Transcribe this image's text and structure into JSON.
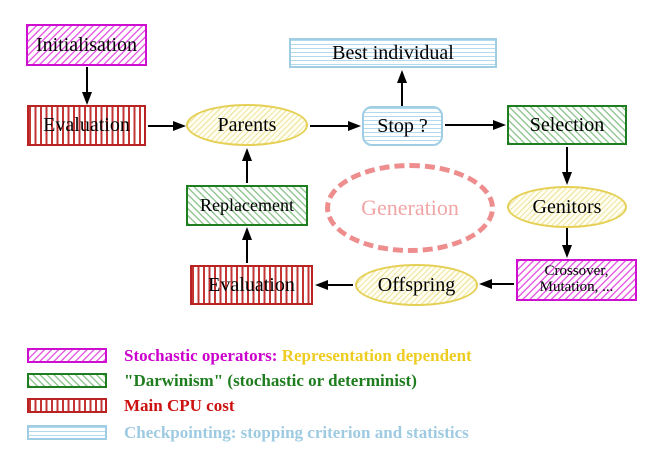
{
  "diagram": {
    "nodes": {
      "initialisation": {
        "label": "Initialisation"
      },
      "evaluation_top": {
        "label": "Evaluation"
      },
      "parents": {
        "label": "Parents"
      },
      "best_individual": {
        "label": "Best individual"
      },
      "stop": {
        "label": "Stop ?"
      },
      "selection": {
        "label": "Selection"
      },
      "genitors": {
        "label": "Genitors"
      },
      "crossover_mutation": {
        "line1": "Crossover,",
        "line2": "Mutation, ..."
      },
      "offspring": {
        "label": "Offspring"
      },
      "evaluation_bottom": {
        "label": "Evaluation"
      },
      "replacement": {
        "label": "Replacement"
      },
      "generation": {
        "label": "Generation"
      }
    },
    "legend": {
      "items": [
        {
          "swatch": "magenta-diagonal-hatch",
          "label": "Stochastic operators:",
          "label_secondary": "Representation dependent",
          "label_color": "#cc00cc",
          "label_secondary_color": "#eecc22"
        },
        {
          "swatch": "green-diagonal-hatch",
          "label": "\"Darwinism\" (stochastic or determinist)",
          "label_color": "#1e7d1e"
        },
        {
          "swatch": "red-vertical-stripes",
          "label": "Main CPU cost",
          "label_color": "#cc1111"
        },
        {
          "swatch": "cyan-horizontal-stripes",
          "label": "Checkpointing: stopping criterion and statistics",
          "label_color": "#9ecbe2"
        }
      ]
    },
    "colors": {
      "magenta": "#cf0fcf",
      "green": "#1e7d1e",
      "red": "#bb2222",
      "cyan": "#9fcde4",
      "yellow": "#e5d055",
      "salmon": "#ee8d8d"
    }
  }
}
